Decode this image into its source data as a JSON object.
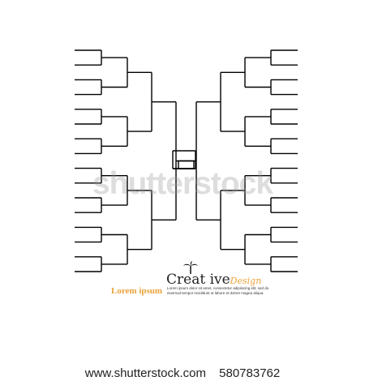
{
  "bracket": {
    "line_color": "#000000",
    "left_first_round_slots": 16,
    "right_first_round_slots": 16,
    "final_slots": 2
  },
  "watermark": {
    "text": "shutterstock",
    "color": "#969696"
  },
  "brand": {
    "creative": "Creat ive",
    "design": "Design",
    "icon": "palm-tree-icon",
    "accent_color": "#e8a23a"
  },
  "caption": {
    "heading": "Lorem ipsum",
    "body": "Lorem ipsum dolor sit amet, consectetur adipisicing elit, sed do eiusmod tempor incididunt ut labore et dolore magna aliqua."
  },
  "footer": {
    "site": "www.shutterstock.com",
    "image_id": "580783762"
  }
}
